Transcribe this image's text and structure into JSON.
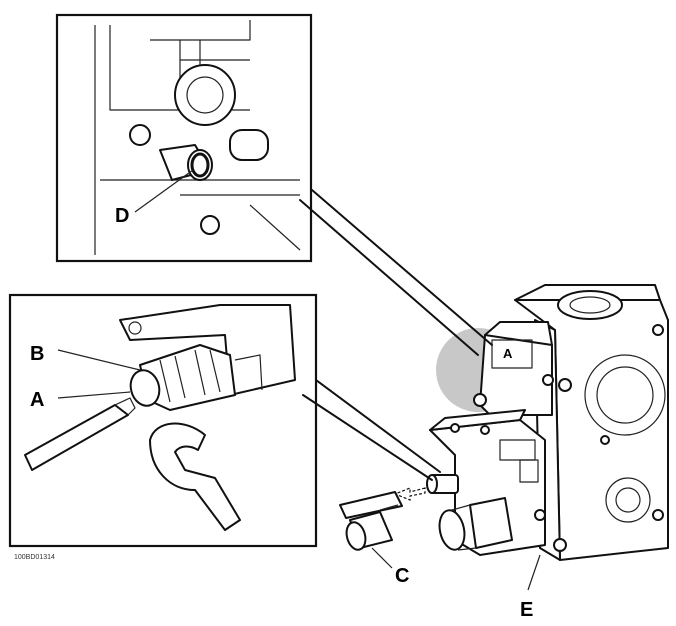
{
  "labels": {
    "a": "A",
    "b": "B",
    "c": "C",
    "d": "D",
    "e": "E",
    "valve_mark": "A"
  },
  "figure_code": "100BD01314"
}
